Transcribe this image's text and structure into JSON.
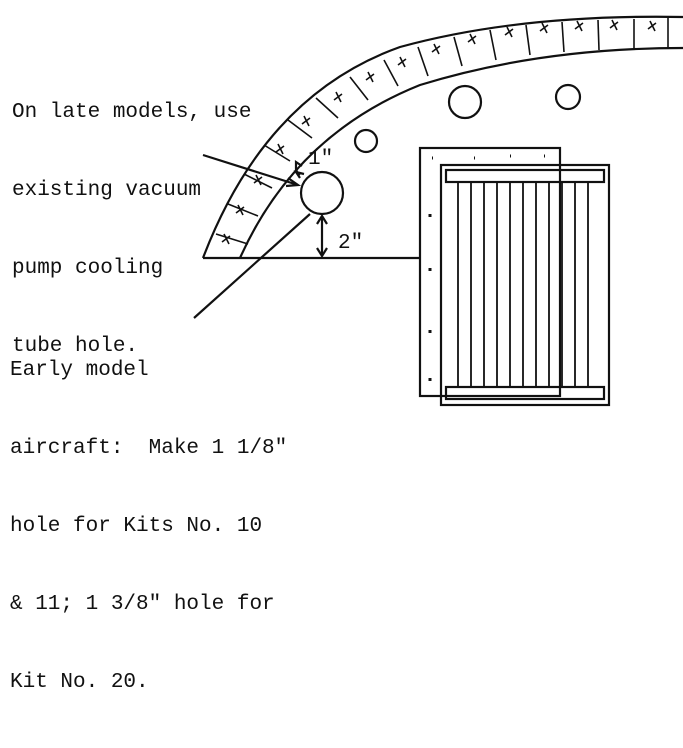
{
  "notes": {
    "late_models": [
      "On late models, use",
      "existing vacuum",
      "pump cooling",
      "tube hole."
    ],
    "early_models": [
      "Early model",
      "aircraft:  Make 1 1/8\"",
      "hole for Kits No. 10",
      "& 11; 1 3/8\" hole for",
      "Kit No. 20."
    ]
  },
  "dimensions": {
    "top_offset": "1\"",
    "bottom_offset": "2\""
  }
}
